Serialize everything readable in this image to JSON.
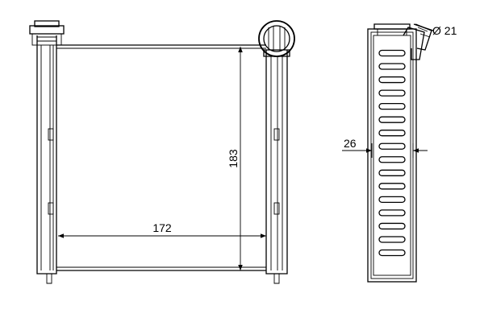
{
  "dimensions": {
    "width_label": "172",
    "height_label": "183",
    "depth_label": "26",
    "pipe_label": "Ø 21"
  },
  "side_view": {
    "slot_count": 16
  }
}
